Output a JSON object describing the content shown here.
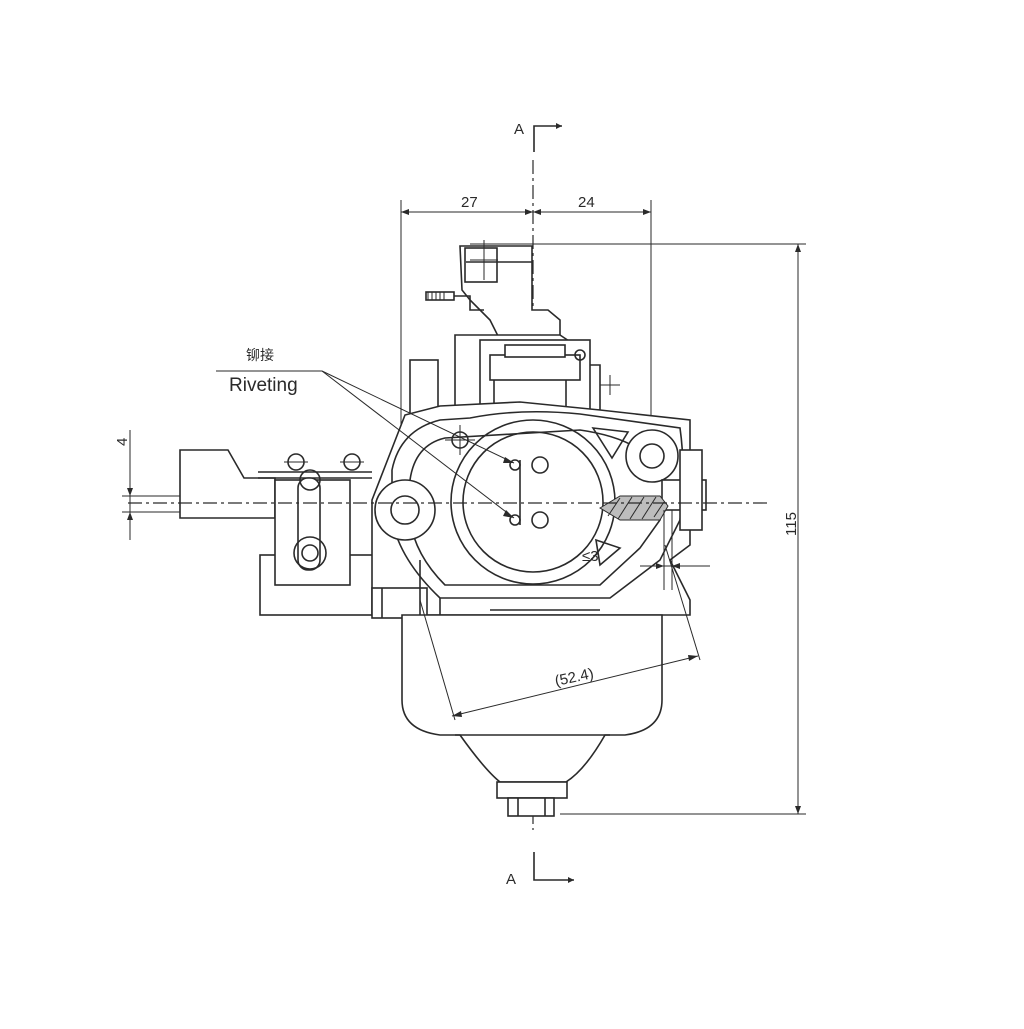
{
  "section": {
    "top_label": "A",
    "bottom_label": "A"
  },
  "dimensions": {
    "left_width": "27",
    "right_width": "24",
    "height": "115",
    "offset": "4",
    "diagonal": "(52.4)",
    "gap": "≤3"
  },
  "callout": {
    "chinese": "铆接",
    "english": "Riveting"
  }
}
